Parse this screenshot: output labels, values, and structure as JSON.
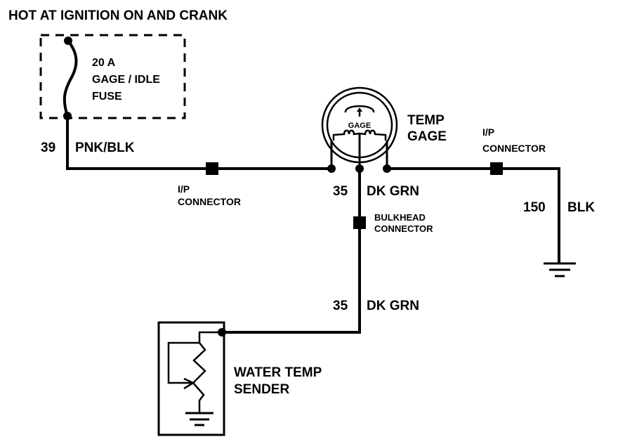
{
  "diagram": {
    "title": "HOT AT IGNITION ON AND CRANK",
    "fuse": {
      "line1": "20 A",
      "line2": "GAGE / IDLE",
      "line3": "FUSE"
    },
    "wires": {
      "fuse_feed": {
        "circuit": "39",
        "color": "PNK/BLK"
      },
      "gage_to_sender_upper": {
        "circuit": "35",
        "color": "DK GRN"
      },
      "gage_to_sender_lower": {
        "circuit": "35",
        "color": "DK GRN"
      },
      "ground": {
        "circuit": "150",
        "color": "BLK"
      }
    },
    "connectors": {
      "ip_left": {
        "line1": "I/P",
        "line2": "CONNECTOR"
      },
      "ip_right": {
        "line1": "I/P",
        "line2": "CONNECTOR"
      },
      "bulkhead": {
        "line1": "BULKHEAD",
        "line2": "CONNECTOR"
      }
    },
    "gage": {
      "face_label": "GAGE",
      "name_line1": "TEMP",
      "name_line2": "GAGE"
    },
    "sender": {
      "line1": "WATER TEMP",
      "line2": "SENDER"
    },
    "colors": {
      "ink": "#000000",
      "background": "#ffffff"
    }
  }
}
